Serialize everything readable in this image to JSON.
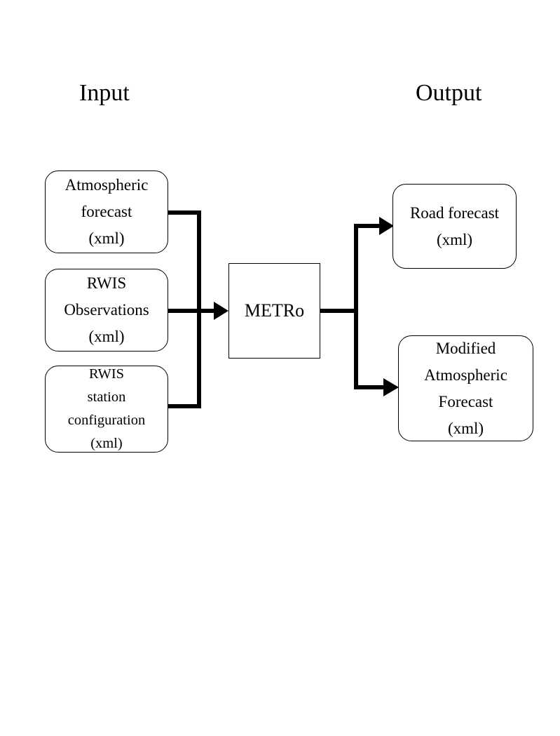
{
  "diagram": {
    "title_input": "Input",
    "title_output": "Output",
    "nodes": {
      "atmospheric_forecast": {
        "lines": [
          "Atmospheric",
          "forecast",
          "(xml)"
        ]
      },
      "rwis_observations": {
        "lines": [
          "RWIS",
          "Observations",
          "(xml)"
        ]
      },
      "rwis_station_configuration": {
        "lines": [
          "RWIS",
          "station",
          "configuration",
          "(xml)"
        ]
      },
      "metro": {
        "lines": [
          "METRo"
        ]
      },
      "road_forecast": {
        "lines": [
          "Road forecast",
          "(xml)"
        ]
      },
      "modified_atmospheric_forecast": {
        "lines": [
          "Modified",
          "Atmospheric",
          "Forecast",
          "(xml)"
        ]
      }
    },
    "colors": {
      "stroke": "#000000",
      "background": "#ffffff",
      "text": "#000000"
    },
    "edges": [
      {
        "from": "atmospheric_forecast",
        "to": "metro"
      },
      {
        "from": "rwis_observations",
        "to": "metro"
      },
      {
        "from": "rwis_station_configuration",
        "to": "metro"
      },
      {
        "from": "metro",
        "to": "road_forecast"
      },
      {
        "from": "metro",
        "to": "modified_atmospheric_forecast"
      }
    ]
  }
}
